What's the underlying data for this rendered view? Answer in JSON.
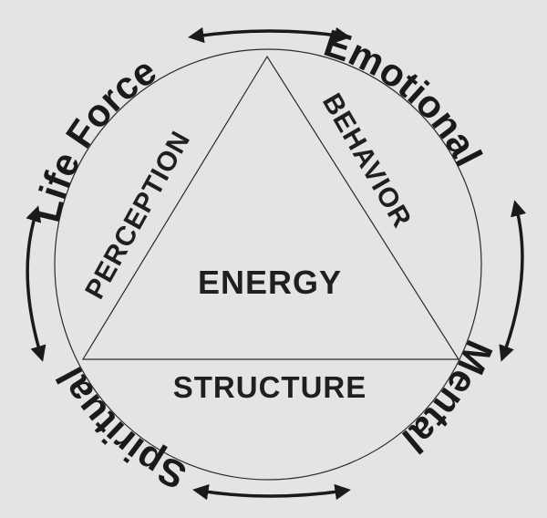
{
  "outer_ring": {
    "life_force": "Life Force",
    "emotional": "Emotional",
    "mental": "Mental",
    "spiritual": "Spiritual"
  },
  "triangle": {
    "left_side": "PERCEPTION",
    "right_side": "BEHAVIOR",
    "center": "ENERGY"
  },
  "circle_segment": {
    "bottom": "STRUCTURE"
  },
  "colors": {
    "background": "#e4e4e4",
    "ink": "#1a1a1a"
  }
}
